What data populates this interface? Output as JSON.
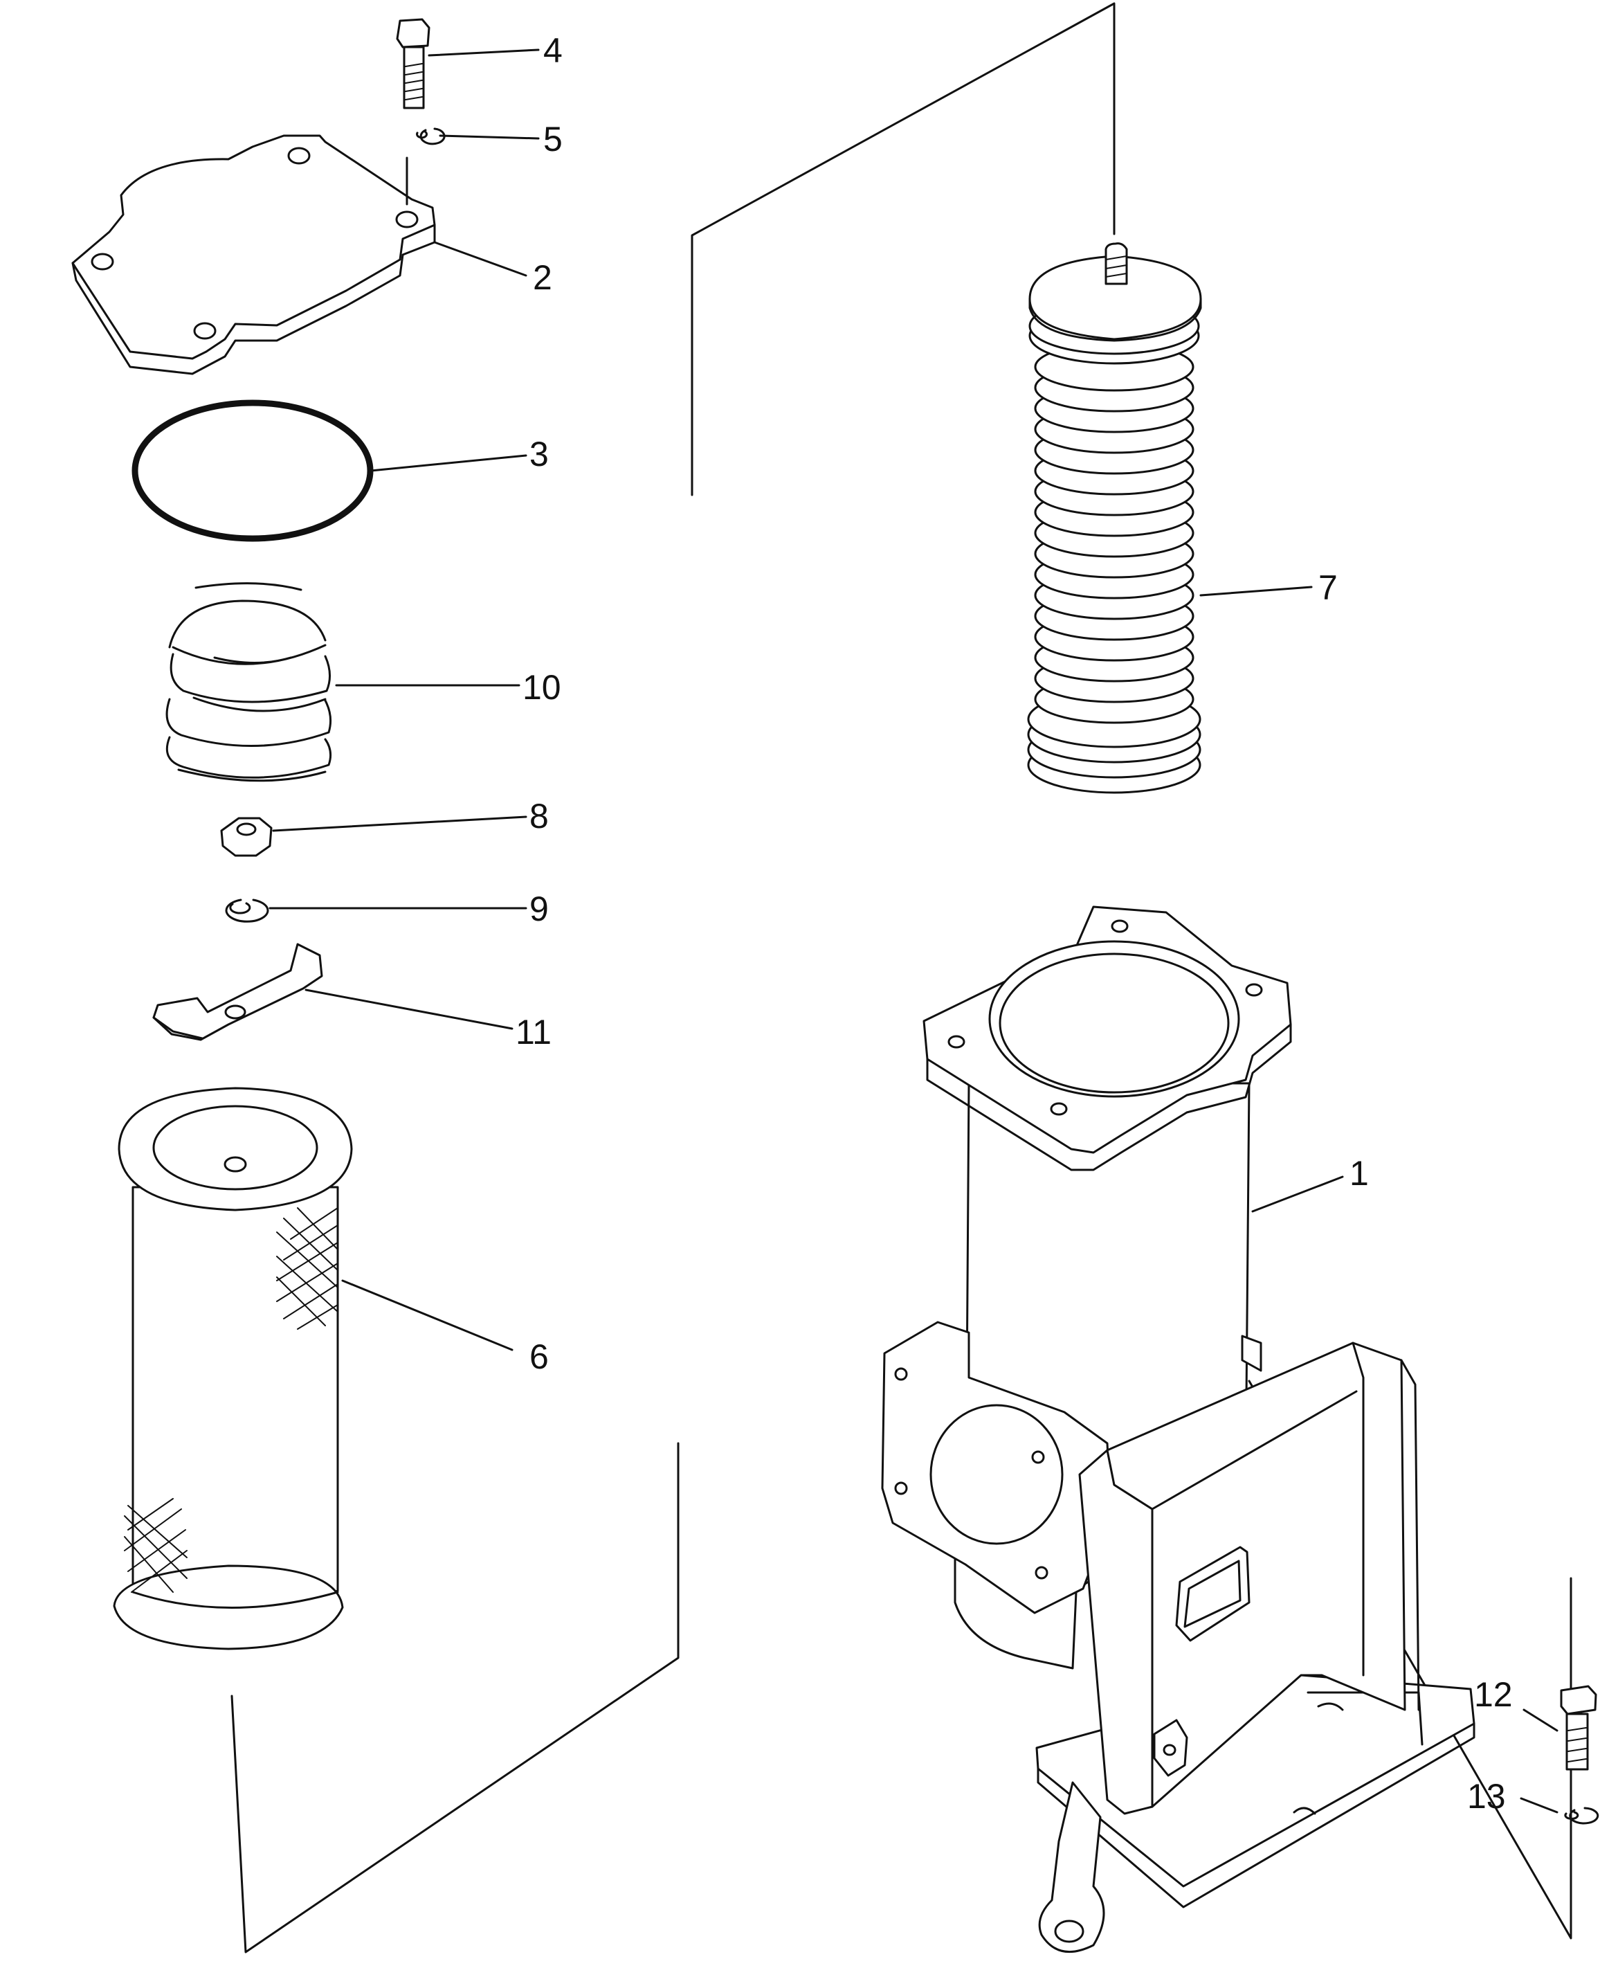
{
  "callouts": [
    {
      "id": "1",
      "label": "1"
    },
    {
      "id": "2",
      "label": "2"
    },
    {
      "id": "3",
      "label": "3"
    },
    {
      "id": "4",
      "label": "4"
    },
    {
      "id": "5",
      "label": "5"
    },
    {
      "id": "6",
      "label": "6"
    },
    {
      "id": "7",
      "label": "7"
    },
    {
      "id": "8",
      "label": "8"
    },
    {
      "id": "9",
      "label": "9"
    },
    {
      "id": "10",
      "label": "10"
    },
    {
      "id": "11",
      "label": "11"
    },
    {
      "id": "12",
      "label": "12"
    },
    {
      "id": "13",
      "label": "13"
    }
  ],
  "parts": [
    {
      "part": "filter-case-body",
      "callout": "1"
    },
    {
      "part": "cover",
      "callout": "2"
    },
    {
      "part": "o-ring",
      "callout": "3"
    },
    {
      "part": "bolt",
      "callout": "4"
    },
    {
      "part": "washer",
      "callout": "5"
    },
    {
      "part": "filter-element",
      "callout": "6"
    },
    {
      "part": "magnet-element",
      "callout": "7"
    },
    {
      "part": "nut",
      "callout": "8"
    },
    {
      "part": "washer",
      "callout": "9"
    },
    {
      "part": "spring",
      "callout": "10"
    },
    {
      "part": "plate",
      "callout": "11"
    },
    {
      "part": "bolt",
      "callout": "12"
    },
    {
      "part": "washer",
      "callout": "13"
    }
  ]
}
